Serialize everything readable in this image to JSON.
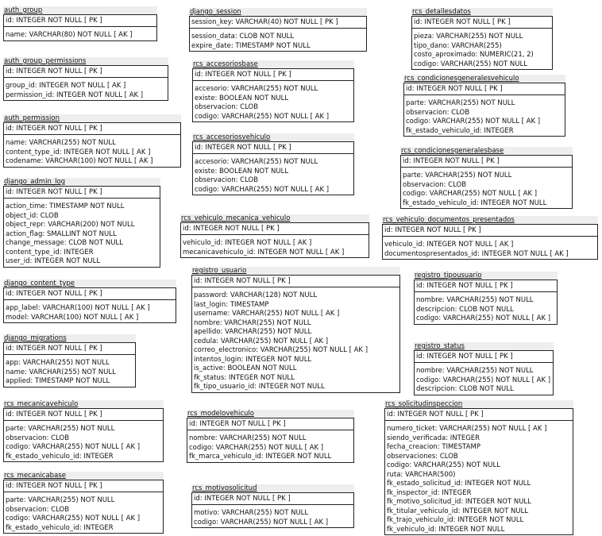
{
  "diagram": {
    "entities": [
      {
        "name": "auth_group",
        "pk": "id: INTEGER   NOT NULL  [ PK ]",
        "attrs": [
          "name: VARCHAR(80)   NOT NULL  [ AK ]"
        ]
      },
      {
        "name": "auth_group_permissions",
        "pk": "id: INTEGER   NOT NULL  [ PK ]",
        "attrs": [
          "group_id: INTEGER   NOT NULL  [ AK ]",
          "permission_id: INTEGER   NOT NULL  [ AK ]"
        ]
      },
      {
        "name": "auth_permission",
        "pk": "id: INTEGER   NOT NULL  [ PK ]",
        "attrs": [
          "name: VARCHAR(255)   NOT NULL",
          "content_type_id: INTEGER   NOT NULL  [ AK ]",
          "codename: VARCHAR(100)   NOT NULL  [ AK ]"
        ]
      },
      {
        "name": "django_admin_log",
        "pk": "id: INTEGER   NOT NULL  [ PK ]",
        "attrs": [
          "action_time: TIMESTAMP   NOT NULL",
          "object_id: CLOB",
          "object_repr: VARCHAR(200)   NOT NULL",
          "action_flag: SMALLINT   NOT NULL",
          "change_message: CLOB   NOT NULL",
          "content_type_id: INTEGER",
          "user_id: INTEGER   NOT NULL"
        ]
      },
      {
        "name": "django_content_type",
        "pk": "id: INTEGER   NOT NULL  [ PK ]",
        "attrs": [
          "app_label: VARCHAR(100)   NOT NULL  [ AK ]",
          "model: VARCHAR(100)   NOT NULL  [ AK ]"
        ]
      },
      {
        "name": "django_migrations",
        "pk": "id: INTEGER   NOT NULL  [ PK ]",
        "attrs": [
          "app: VARCHAR(255)   NOT NULL",
          "name: VARCHAR(255)   NOT NULL",
          "applied: TIMESTAMP   NOT NULL"
        ]
      },
      {
        "name": "rcs_mecanicavehiculo",
        "pk": "id: INTEGER   NOT NULL  [ PK ]",
        "attrs": [
          "parte: VARCHAR(255)   NOT NULL",
          "observacion: CLOB",
          "codigo: VARCHAR(255)   NOT NULL  [ AK ]",
          "fk_estado_vehiculo_id: INTEGER"
        ]
      },
      {
        "name": "rcs_mecanicabase",
        "pk": "id: INTEGER   NOT NULL  [ PK ]",
        "attrs": [
          "parte: VARCHAR(255)   NOT NULL",
          "observacion: CLOB",
          "codigo: VARCHAR(255)   NOT NULL  [ AK ]",
          "fk_estado_vehiculo_id: INTEGER"
        ]
      },
      {
        "name": "django_session",
        "pk": "session_key: VARCHAR(40)   NOT NULL  [ PK ]",
        "attrs": [
          "session_data: CLOB   NOT NULL",
          "expire_date: TIMESTAMP   NOT NULL"
        ]
      },
      {
        "name": "rcs_accesoriosbase",
        "pk": "id: INTEGER   NOT NULL  [ PK ]",
        "attrs": [
          "accesorio: VARCHAR(255)   NOT NULL",
          "existe: BOOLEAN   NOT NULL",
          "observacion: CLOB",
          "codigo: VARCHAR(255)   NOT NULL  [ AK ]"
        ]
      },
      {
        "name": "rcs_accesoriosvehiculo",
        "pk": "id: INTEGER   NOT NULL  [ PK ]",
        "attrs": [
          "accesorio: VARCHAR(255)   NOT NULL",
          "existe: BOOLEAN   NOT NULL",
          "observacion: CLOB",
          "codigo: VARCHAR(255)   NOT NULL  [ AK ]"
        ]
      },
      {
        "name": "rcs_vehiculo_mecanica_vehiculo",
        "pk": "id: INTEGER   NOT NULL  [ PK ]",
        "attrs": [
          "vehiculo_id: INTEGER   NOT NULL  [ AK ]",
          "mecanicavehiculo_id: INTEGER   NOT NULL  [ AK ]"
        ]
      },
      {
        "name": "registro_usuario",
        "pk": "id: INTEGER   NOT NULL  [ PK ]",
        "attrs": [
          "password: VARCHAR(128)   NOT NULL",
          "last_login: TIMESTAMP",
          "username: VARCHAR(255)   NOT NULL  [ AK ]",
          "nombre: VARCHAR(255)   NOT NULL",
          "apellido: VARCHAR(255)   NOT NULL",
          "cedula: VARCHAR(255)   NOT NULL  [ AK ]",
          "correo_electronico: VARCHAR(255)   NOT NULL  [ AK ]",
          "intentos_login: INTEGER   NOT NULL",
          "is_active: BOOLEAN   NOT NULL",
          "fk_status: INTEGER   NOT NULL",
          "fk_tipo_usuario_id: INTEGER   NOT NULL"
        ]
      },
      {
        "name": "rcs_modelovehiculo",
        "pk": "id: INTEGER   NOT NULL  [ PK ]",
        "attrs": [
          "nombre: VARCHAR(255)   NOT NULL",
          "codigo: VARCHAR(255)   NOT NULL  [ AK ]",
          "fk_marca_vehiculo_id: INTEGER   NOT NULL"
        ]
      },
      {
        "name": "rcs_motivosolicitud",
        "pk": "id: INTEGER   NOT NULL  [ PK ]",
        "attrs": [
          "motivo: VARCHAR(255)   NOT NULL",
          "codigo: VARCHAR(255)   NOT NULL  [ AK ]"
        ]
      },
      {
        "name": "rcs_detallesdatos",
        "pk": "id: INTEGER   NOT NULL  [ PK ]",
        "attrs": [
          "pieza: VARCHAR(255)   NOT NULL",
          "tipo_dano: VARCHAR(255)",
          "costo_aproximado: NUMERIC(21, 2)",
          "codigo: VARCHAR(255)   NOT NULL"
        ]
      },
      {
        "name": "rcs_condicionesgeneralesvehiculo",
        "pk": "id: INTEGER   NOT NULL  [ PK ]",
        "attrs": [
          "parte: VARCHAR(255)   NOT NULL",
          "observacion: CLOB",
          "codigo: VARCHAR(255)   NOT NULL  [ AK ]",
          "fk_estado_vehiculo_id: INTEGER"
        ]
      },
      {
        "name": "rcs_condicionesgeneralesbase",
        "pk": "id: INTEGER   NOT NULL  [ PK ]",
        "attrs": [
          "parte: VARCHAR(255)   NOT NULL",
          "observacion: CLOB",
          "codigo: VARCHAR(255)   NOT NULL  [ AK ]",
          "fk_estado_vehiculo_id: INTEGER   NOT NULL"
        ]
      },
      {
        "name": "rcs_vehiculo_documentos_presentados",
        "pk": "id: INTEGER   NOT NULL  [ PK ]",
        "attrs": [
          "vehiculo_id: INTEGER   NOT NULL  [ AK ]",
          "documentospresentados_id: INTEGER   NOT NULL  [ AK ]"
        ]
      },
      {
        "name": "registro_tipousuario",
        "pk": "id: INTEGER   NOT NULL  [ PK ]",
        "attrs": [
          "nombre: VARCHAR(255)   NOT NULL",
          "descripcion: CLOB   NOT NULL",
          "codigo: VARCHAR(255)   NOT NULL  [ AK ]"
        ]
      },
      {
        "name": "registro_status",
        "pk": "id: INTEGER   NOT NULL  [ PK ]",
        "attrs": [
          "nombre: VARCHAR(255)   NOT NULL",
          "codigo: VARCHAR(255)   NOT NULL  [ AK ]",
          "descripcion: CLOB   NOT NULL"
        ]
      },
      {
        "name": "rcs_solicitudinspeccion",
        "pk": "id: INTEGER   NOT NULL  [ PK ]",
        "attrs": [
          "numero_ticket: VARCHAR(255)   NOT NULL  [ AK ]",
          "siendo_verificada: INTEGER",
          "fecha_creacion: TIMESTAMP",
          "observaciones: CLOB",
          "codigo: VARCHAR(255)   NOT NULL",
          "ruta: VARCHAR(500)",
          "fk_estado_solicitud_id: INTEGER   NOT NULL",
          "fk_inspector_id: INTEGER",
          "fk_motivo_solicitud_id: INTEGER   NOT NULL",
          "fk_titular_vehiculo_id: INTEGER   NOT NULL",
          "fk_trajo_vehiculo_id: INTEGER   NOT NULL",
          "fk_vehiculo_id: INTEGER   NOT NULL"
        ]
      }
    ]
  }
}
